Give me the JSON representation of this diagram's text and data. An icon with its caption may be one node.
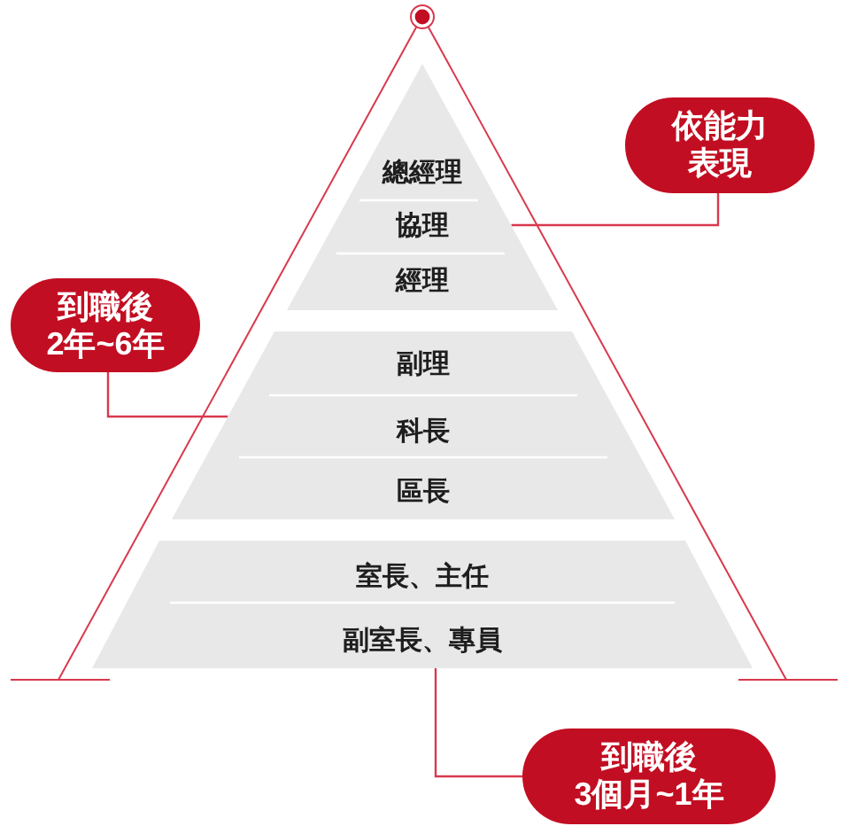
{
  "diagram": {
    "nodes": [
      {
        "text": [
          "總經理",
          "協理",
          "經理"
        ]
      },
      {
        "text": [
          "副理",
          "科長",
          "區長"
        ]
      },
      {
        "text": [
          "室長、主任",
          "副室長、專員"
        ]
      },
      {
        "text": [
          "依能力表現"
        ]
      },
      {
        "text": [
          "到職後",
          "2年~6年"
        ]
      },
      {
        "text": [
          "到職後",
          "3個月~1年"
        ]
      }
    ],
    "edges": [
      {
        "from": 3,
        "to": 0,
        "arrow": "none"
      },
      {
        "from": 4,
        "to": 1,
        "arrow": "none"
      },
      {
        "from": 5,
        "to": 2,
        "arrow": "none"
      }
    ]
  }
}
